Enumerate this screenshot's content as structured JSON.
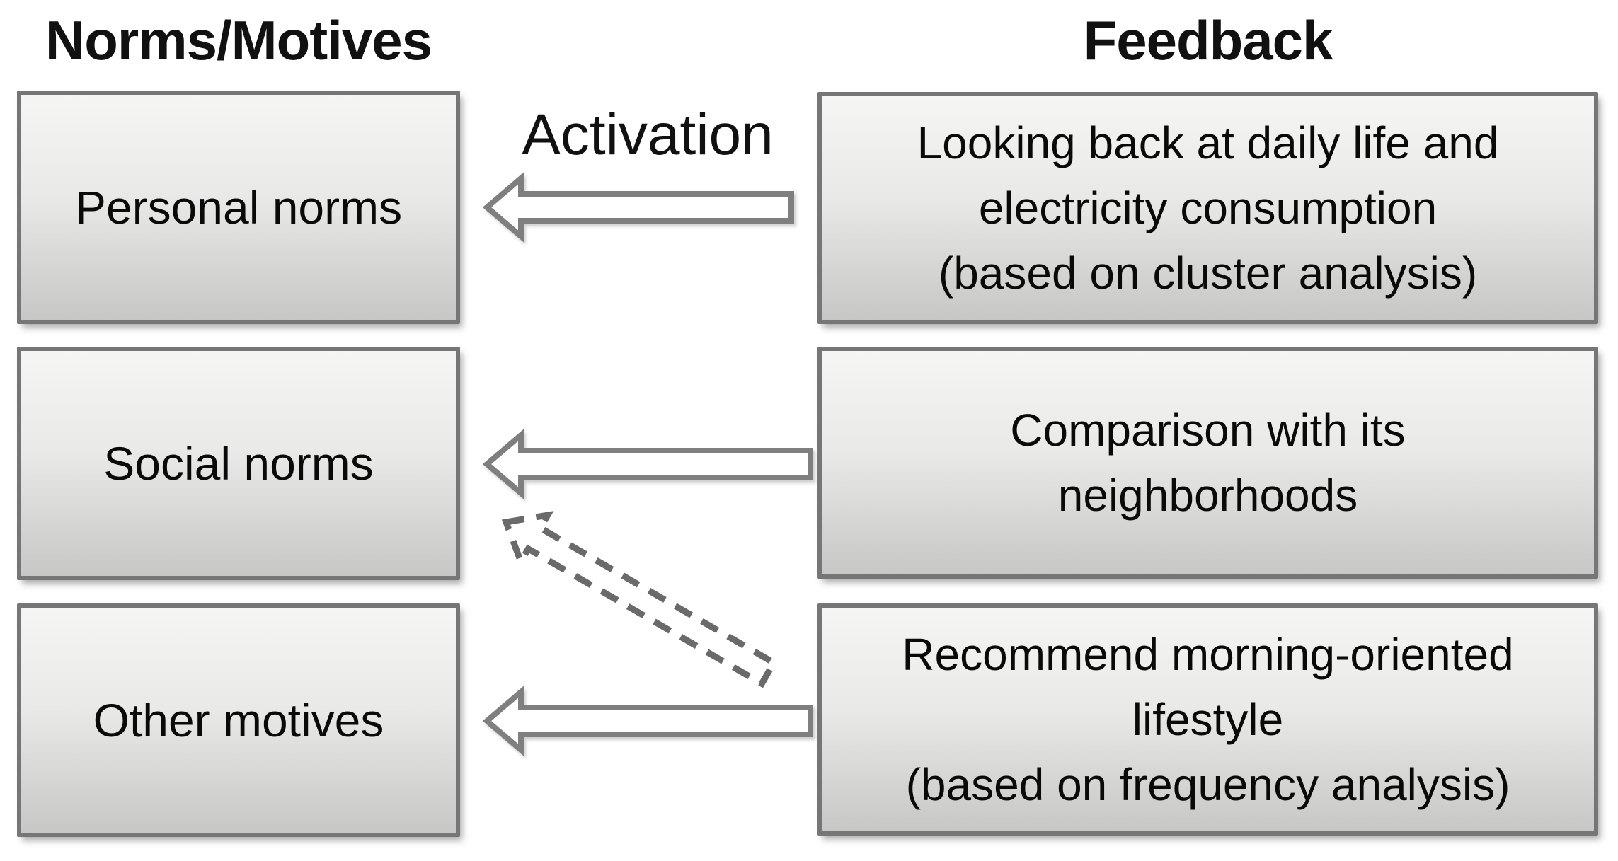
{
  "diagram": {
    "headers": {
      "left": "Norms/Motives",
      "right": "Feedback"
    },
    "left_boxes": [
      {
        "label": "Personal norms"
      },
      {
        "label": "Social norms"
      },
      {
        "label": "Other motives"
      }
    ],
    "right_boxes": [
      {
        "text": "Looking back at daily life and\nelectricity consumption\n(based on cluster analysis)"
      },
      {
        "text": "Comparison with its\nneighborhoods"
      },
      {
        "text": "Recommend morning-oriented\nlifestyle\n(based on frequency analysis)"
      }
    ],
    "arrow_label": "Activation",
    "colors": {
      "background": "#ffffff",
      "text": "#000000",
      "box_border": "#767676",
      "box_fill_top": "#f5f5f4",
      "box_fill_bottom": "#c7c7c5",
      "solid_arrow_stroke": "#7f7f7f",
      "solid_arrow_fill": "#ffffff",
      "dashed_arrow_stroke": "#6a6a6a"
    }
  }
}
